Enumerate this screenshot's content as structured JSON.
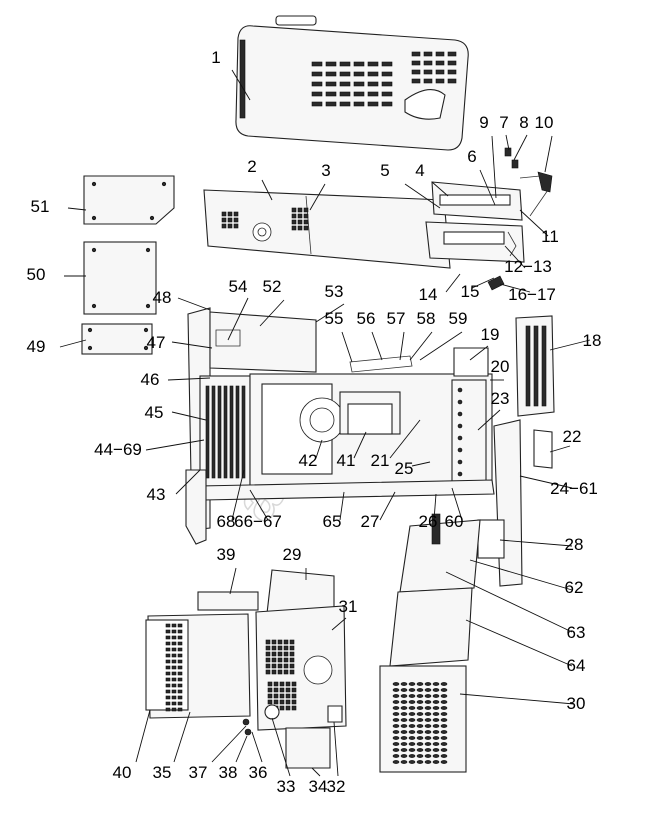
{
  "diagram": {
    "watermark": "autos",
    "part_labels": [
      {
        "id": "1",
        "text": "1"
      },
      {
        "id": "2",
        "text": "2"
      },
      {
        "id": "3",
        "text": "3"
      },
      {
        "id": "4",
        "text": "4"
      },
      {
        "id": "5",
        "text": "5"
      },
      {
        "id": "6",
        "text": "6"
      },
      {
        "id": "7",
        "text": "7"
      },
      {
        "id": "8",
        "text": "8"
      },
      {
        "id": "9",
        "text": "9"
      },
      {
        "id": "10",
        "text": "10"
      },
      {
        "id": "11",
        "text": "11"
      },
      {
        "id": "12-13",
        "text": "12−13"
      },
      {
        "id": "14",
        "text": "14"
      },
      {
        "id": "15",
        "text": "15"
      },
      {
        "id": "16-17",
        "text": "16−17"
      },
      {
        "id": "18",
        "text": "18"
      },
      {
        "id": "19",
        "text": "19"
      },
      {
        "id": "20",
        "text": "20"
      },
      {
        "id": "21",
        "text": "21"
      },
      {
        "id": "22",
        "text": "22"
      },
      {
        "id": "23",
        "text": "23"
      },
      {
        "id": "24-61",
        "text": "24−61"
      },
      {
        "id": "25",
        "text": "25"
      },
      {
        "id": "26",
        "text": "26"
      },
      {
        "id": "27",
        "text": "27"
      },
      {
        "id": "28",
        "text": "28"
      },
      {
        "id": "29",
        "text": "29"
      },
      {
        "id": "30",
        "text": "30"
      },
      {
        "id": "31",
        "text": "31"
      },
      {
        "id": "32",
        "text": "32"
      },
      {
        "id": "33",
        "text": "33"
      },
      {
        "id": "34",
        "text": "34"
      },
      {
        "id": "35",
        "text": "35"
      },
      {
        "id": "36",
        "text": "36"
      },
      {
        "id": "37",
        "text": "37"
      },
      {
        "id": "38",
        "text": "38"
      },
      {
        "id": "39",
        "text": "39"
      },
      {
        "id": "40",
        "text": "40"
      },
      {
        "id": "41",
        "text": "41"
      },
      {
        "id": "42",
        "text": "42"
      },
      {
        "id": "43",
        "text": "43"
      },
      {
        "id": "44-69",
        "text": "44−69"
      },
      {
        "id": "45",
        "text": "45"
      },
      {
        "id": "46",
        "text": "46"
      },
      {
        "id": "47",
        "text": "47"
      },
      {
        "id": "48",
        "text": "48"
      },
      {
        "id": "49",
        "text": "49"
      },
      {
        "id": "50",
        "text": "50"
      },
      {
        "id": "51",
        "text": "51"
      },
      {
        "id": "52",
        "text": "52"
      },
      {
        "id": "53",
        "text": "53"
      },
      {
        "id": "54",
        "text": "54"
      },
      {
        "id": "55",
        "text": "55"
      },
      {
        "id": "56",
        "text": "56"
      },
      {
        "id": "57",
        "text": "57"
      },
      {
        "id": "58",
        "text": "58"
      },
      {
        "id": "59",
        "text": "59"
      },
      {
        "id": "60",
        "text": "60"
      },
      {
        "id": "62",
        "text": "62"
      },
      {
        "id": "63",
        "text": "63"
      },
      {
        "id": "64",
        "text": "64"
      },
      {
        "id": "65",
        "text": "65"
      },
      {
        "id": "66-67",
        "text": "66−67"
      },
      {
        "id": "68",
        "text": "68"
      }
    ]
  }
}
